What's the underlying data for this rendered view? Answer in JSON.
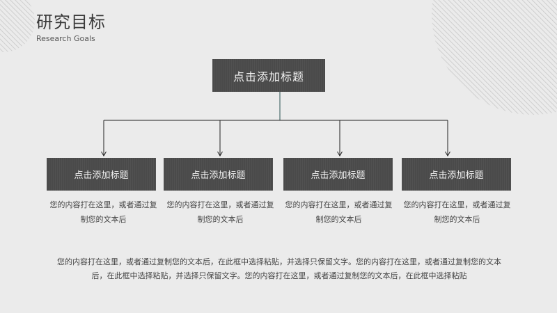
{
  "header": {
    "title": "研究目标",
    "subtitle": "Research Goals"
  },
  "diagram": {
    "root": {
      "label": "点击添加标题"
    },
    "children": [
      {
        "label": "点击添加标题",
        "description": "您的内容打在这里，或者通过复制您的文本后"
      },
      {
        "label": "点击添加标题",
        "description": "您的内容打在这里，或者通过复制您的文本后"
      },
      {
        "label": "点击添加标题",
        "description": "您的内容打在这里，或者通过复制您的文本后"
      },
      {
        "label": "点击添加标题",
        "description": "您的内容打在这里，或者通过复制您的文本后"
      }
    ]
  },
  "footer": {
    "text": "您的内容打在这里，或者通过复制您的文本后，在此框中选择粘贴，并选择只保留文字。您的内容打在这里，或者通过复制您的文本后，在此框中选择粘贴，并选择只保留文字。您的内容打在这里，或者通过复制您的文本后，在此框中选择粘贴"
  },
  "colors": {
    "background": "#ebebeb",
    "box": "#4a4a4a",
    "box_text": "#f2f2f2",
    "connector": "#222222",
    "root_connector": "#4a6a6a"
  }
}
